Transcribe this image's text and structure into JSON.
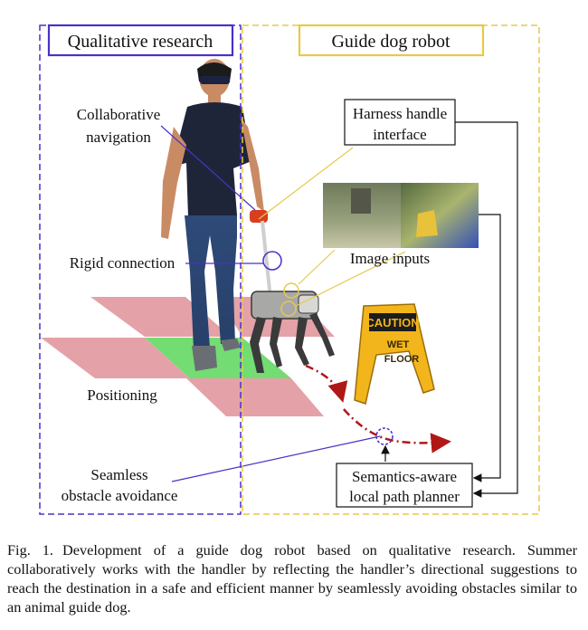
{
  "figure": {
    "panel_left_title": "Qualitative research",
    "panel_right_title": "Guide dog robot",
    "labels": {
      "collaborative_1": "Collaborative",
      "collaborative_2": "navigation",
      "rigid_connection": "Rigid connection",
      "positioning": "Positioning",
      "seamless_1": "Seamless",
      "seamless_2": "obstacle avoidance",
      "harness_1": "Harness handle",
      "harness_2": "interface",
      "image_inputs": "Image inputs",
      "planner_1": "Semantics-aware",
      "planner_2": "local path planner"
    },
    "sign_text": {
      "caution": "CAUTION",
      "wet": "WET",
      "floor": "FLOOR"
    },
    "colors": {
      "left_panel": "#4b30c8",
      "right_panel": "#e8c84a",
      "path": "#b01818",
      "grid_pink": "#e4a2a8",
      "grid_green": "#73dc72",
      "sign_yellow": "#f2b51b"
    }
  },
  "caption": {
    "fig_no": "Fig. 1.",
    "text": "Development of a guide dog robot based on qualitative research. Summer collaboratively works with the handler by reflecting the handler’s directional suggestions to reach the destination in a safe and efficient manner by seamlessly avoiding obstacles similar to an animal guide dog."
  }
}
